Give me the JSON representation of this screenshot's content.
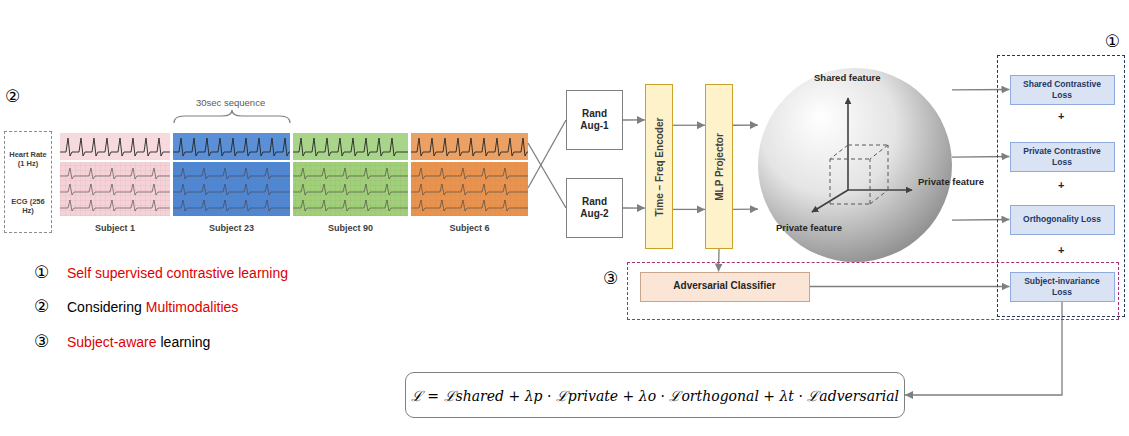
{
  "diagram": {
    "nodes": [
      {
        "text": [
          "Heart Rate (1 Hz)",
          "ECG (256 Hz)"
        ]
      },
      {
        "text": [
          "Subject 1"
        ]
      },
      {
        "text": [
          "Subject 23"
        ]
      },
      {
        "text": [
          "Subject 90"
        ]
      },
      {
        "text": [
          "Subject 6"
        ]
      },
      {
        "text": [
          "Rand Aug-1"
        ]
      },
      {
        "text": [
          "Rand Aug-2"
        ]
      },
      {
        "text": [
          "Time – Freq Encoder"
        ]
      },
      {
        "text": [
          "MLP Projector"
        ]
      },
      {
        "text": [
          "Shared feature",
          "Private feature",
          "Private feature"
        ]
      },
      {
        "text": [
          "①"
        ]
      },
      {
        "text": [
          "Shared Contrastive Loss"
        ],
        "in": 10
      },
      {
        "text": [
          "Private Contrastive Loss"
        ],
        "in": 10
      },
      {
        "text": [
          "Orthogonality Loss"
        ],
        "in": 10
      },
      {
        "text": [
          "Subject-invariance Loss"
        ],
        "in": 10
      },
      {
        "text": [
          "③"
        ]
      },
      {
        "text": [
          "Adversarial Classifier"
        ],
        "in": 15
      },
      {
        "text": [
          "ℒ = ℒshared + λp · ℒprivate + λo · ℒorthogonal + λt · ℒadversarial"
        ]
      }
    ],
    "edges": [
      {
        "from": 4,
        "to": 5,
        "arrow": "none"
      },
      {
        "from": 4,
        "to": 6,
        "arrow": "none"
      },
      {
        "from": 5,
        "to": 7,
        "arrow": "to"
      },
      {
        "from": 6,
        "to": 7,
        "arrow": "to"
      },
      {
        "from": 7,
        "to": 8,
        "arrow": "to"
      },
      {
        "from": 7,
        "to": 8,
        "arrow": "to"
      },
      {
        "from": 8,
        "to": 9,
        "arrow": "to"
      },
      {
        "from": 8,
        "to": 9,
        "arrow": "to"
      },
      {
        "from": 9,
        "to": 11,
        "arrow": "to"
      },
      {
        "from": 9,
        "to": 12,
        "arrow": "to"
      },
      {
        "from": 9,
        "to": 13,
        "arrow": "to"
      },
      {
        "from": 8,
        "to": 16,
        "arrow": "to"
      },
      {
        "from": 16,
        "to": 14,
        "arrow": "to"
      },
      {
        "from": 14,
        "to": 17,
        "arrow": "to"
      }
    ],
    "labels": [
      "②",
      "30sec sequence",
      "+",
      "+",
      "+",
      "①",
      "Self supervised contrastive learning",
      "②",
      "Considering",
      "Multimodalities",
      "③",
      "Subject-aware",
      "learning"
    ]
  }
}
